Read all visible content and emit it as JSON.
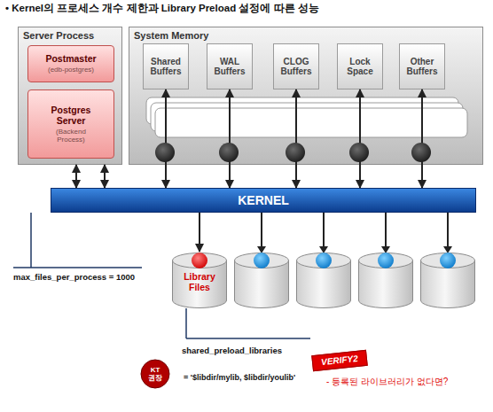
{
  "diagram": {
    "title": "• Kernel의 프로세스 개수 제한과 Library Preload 설정에 따른 성능",
    "nodes": [
      {
        "text": [
          "Server Process"
        ]
      },
      {
        "text": [
          "Postmaster",
          "(edb-postgres)"
        ],
        "in": 0
      },
      {
        "text": [
          "Postgres Server",
          "(Backend Process)"
        ],
        "in": 0
      },
      {
        "text": [
          "System Memory"
        ]
      },
      {
        "text": [
          "Shared Buffers"
        ],
        "in": 3
      },
      {
        "text": [
          "WAL Buffers"
        ],
        "in": 3
      },
      {
        "text": [
          "CLOG Buffers"
        ],
        "in": 3
      },
      {
        "text": [
          "Lock Space"
        ],
        "in": 3
      },
      {
        "text": [
          "Other Buffers"
        ],
        "in": 3
      },
      {
        "text": [
          "KERNEL"
        ]
      },
      {
        "text": [
          "Library Files"
        ]
      },
      {
        "text": [
          "KT 권장"
        ]
      },
      {
        "text": [
          "VERIFY2"
        ]
      }
    ],
    "edges": [
      {
        "from": 0,
        "to": 9,
        "arrow": "both"
      },
      {
        "from": 0,
        "to": 9,
        "arrow": "both"
      },
      {
        "from": 4,
        "to": 9,
        "arrow": "both"
      },
      {
        "from": 5,
        "to": 9,
        "arrow": "both"
      },
      {
        "from": 6,
        "to": 9,
        "arrow": "both"
      },
      {
        "from": 7,
        "to": 9,
        "arrow": "both"
      },
      {
        "from": 8,
        "to": 9,
        "arrow": "both"
      },
      {
        "from": 9,
        "to": 10,
        "arrow": "to"
      }
    ],
    "labels": [
      "max_files_per_process = 1000",
      "shared_preload_libraries",
      "= '$libdir/mylib, $libdir/youlib'",
      "- 등록된 라이브러리가 없다면?"
    ]
  }
}
